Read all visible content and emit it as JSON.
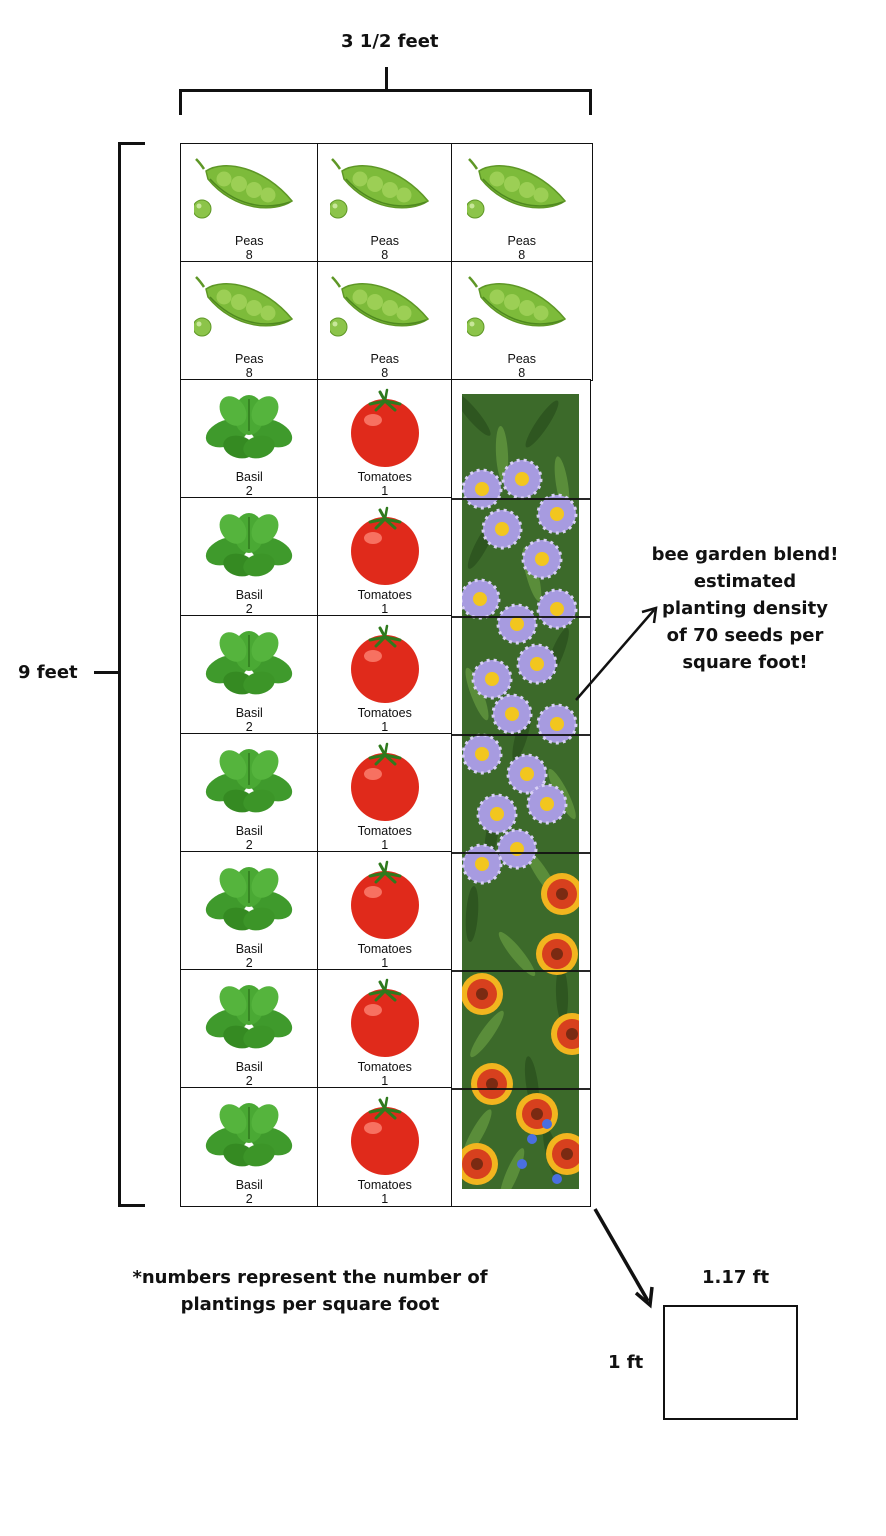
{
  "dimensions": {
    "width_label": "3 1/2 feet",
    "height_label": "9 feet"
  },
  "plants": {
    "peas": {
      "name": "Peas",
      "count": "8",
      "icon": "pea-pod-icon"
    },
    "basil": {
      "name": "Basil",
      "count": "2",
      "icon": "basil-leaves-icon"
    },
    "tomatoes": {
      "name": "Tomatoes",
      "count": "1",
      "icon": "tomato-icon"
    }
  },
  "grid": {
    "rows": [
      [
        "peas",
        "peas",
        "peas"
      ],
      [
        "peas",
        "peas",
        "peas"
      ],
      [
        "basil",
        "tomatoes",
        "flowers"
      ],
      [
        "basil",
        "tomatoes",
        "flowers"
      ],
      [
        "basil",
        "tomatoes",
        "flowers"
      ],
      [
        "basil",
        "tomatoes",
        "flowers"
      ],
      [
        "basil",
        "tomatoes",
        "flowers"
      ],
      [
        "basil",
        "tomatoes",
        "flowers"
      ],
      [
        "basil",
        "tomatoes",
        "flowers"
      ]
    ]
  },
  "flower_note": {
    "lines": [
      "bee garden blend!",
      "estimated",
      "planting density",
      "of 70 seeds per",
      "square foot!"
    ]
  },
  "footnote": {
    "lines": [
      "*numbers represent the number of",
      "plantings per square foot"
    ]
  },
  "square_detail": {
    "width_label": "1.17 ft",
    "height_label": "1 ft"
  },
  "colors": {
    "pea_green": "#7dbb3a",
    "basil_green": "#3f9a2c",
    "tomato_red": "#e02a1b",
    "aster_purple": "#a79be0",
    "flower_center": "#f2c61f",
    "gaillardia_red": "#d7401e"
  }
}
